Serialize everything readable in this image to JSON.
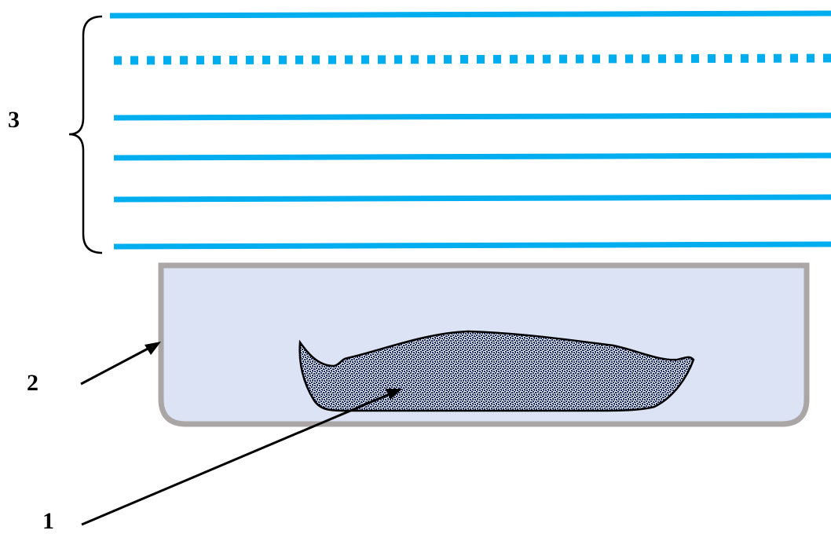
{
  "labels": {
    "one": "1",
    "two": "2",
    "three": "3"
  },
  "colors": {
    "line_blue": "#00aeef",
    "dish_fill": "#dbe3f4",
    "dish_border": "#aaa6a6",
    "specimen_fill": "#4a5a8c",
    "arrow": "#000000"
  },
  "parts": {
    "light_lines": "light-lines",
    "dotted_line": "dotted-line",
    "dish": "dish",
    "specimen": "specimen"
  }
}
